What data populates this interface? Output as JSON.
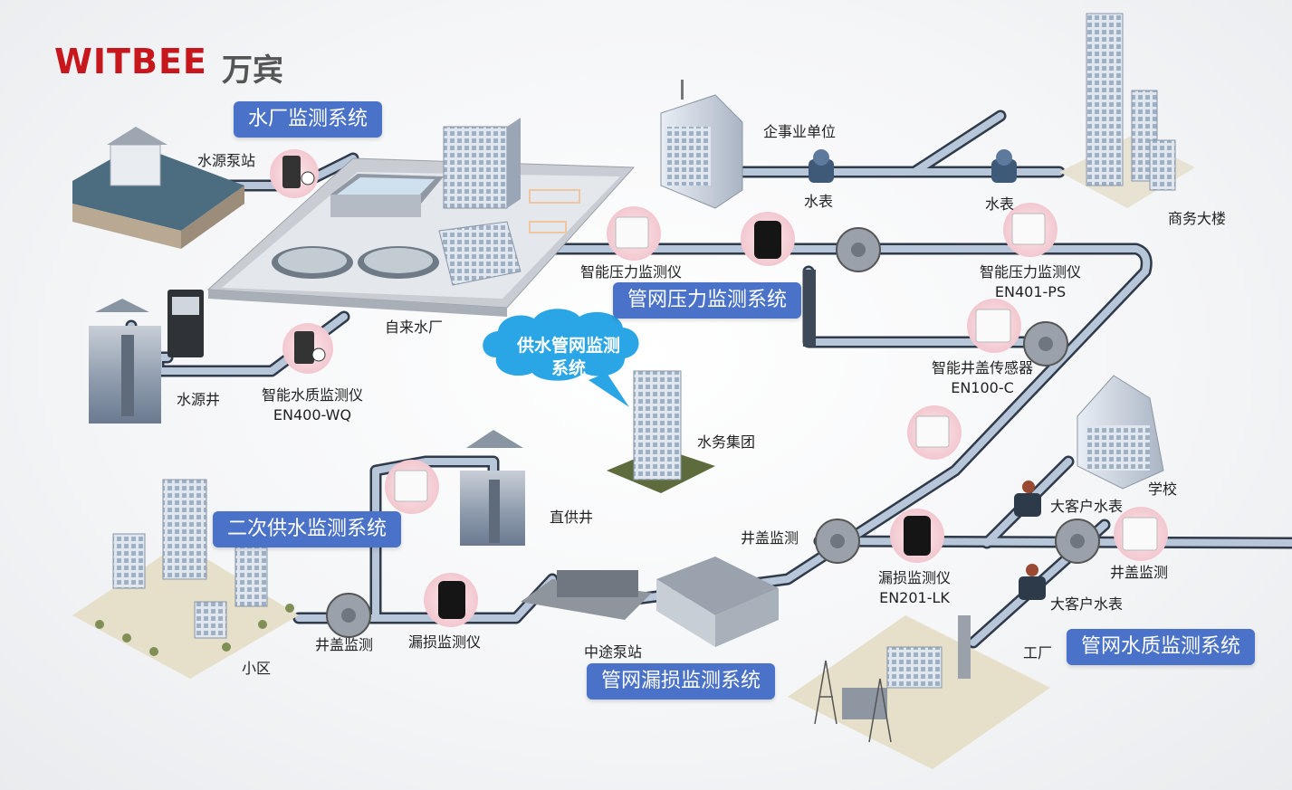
{
  "brand": {
    "logo_en": "WITBEE",
    "logo_cn": "万宾"
  },
  "systems": {
    "plant": "水厂监测系统",
    "pressure": "管网压力监测系统",
    "secondary": "二次供水监测系统",
    "leak": "管网漏损监测系统",
    "quality": "管网水质监测系统"
  },
  "cloud": {
    "line1": "供水管网监测",
    "line2": "系统"
  },
  "labels": {
    "source_pump": "水源泵站",
    "waterworks": "自来水厂",
    "source_well": "水源井",
    "wq_device": "智能水质监测仪",
    "wq_model": "EN400-WQ",
    "enterprise": "企事业单位",
    "meter1": "水表",
    "meter2": "水表",
    "business_bldg": "商务大楼",
    "pressure_left": "智能压力监测仪",
    "pressure_right": "智能压力监测仪",
    "pressure_model": "EN401-PS",
    "manhole_sensor": "智能井盖传感器",
    "manhole_model": "EN100-C",
    "water_group": "水务集团",
    "direct_well": "直供井",
    "school": "学校",
    "big_meter1": "大客户水表",
    "big_meter2": "大客户水表",
    "manhole_mon_right": "井盖监测",
    "manhole_mon_mid": "井盖监测",
    "manhole_mon_left": "井盖监测",
    "leak_device_right": "漏损监测仪",
    "leak_model": "EN201-LK",
    "leak_device_left": "漏损监测仪",
    "relay_pump": "中途泵站",
    "community": "小区",
    "factory": "工厂"
  },
  "colors": {
    "brand_red": "#c8161d",
    "system_box": "#4a72c8",
    "cloud": "#2aa5e6",
    "pipe_fill": "#b7c6d8",
    "pipe_edge": "#2f3a4a",
    "device_halo": "#f7d4da"
  }
}
